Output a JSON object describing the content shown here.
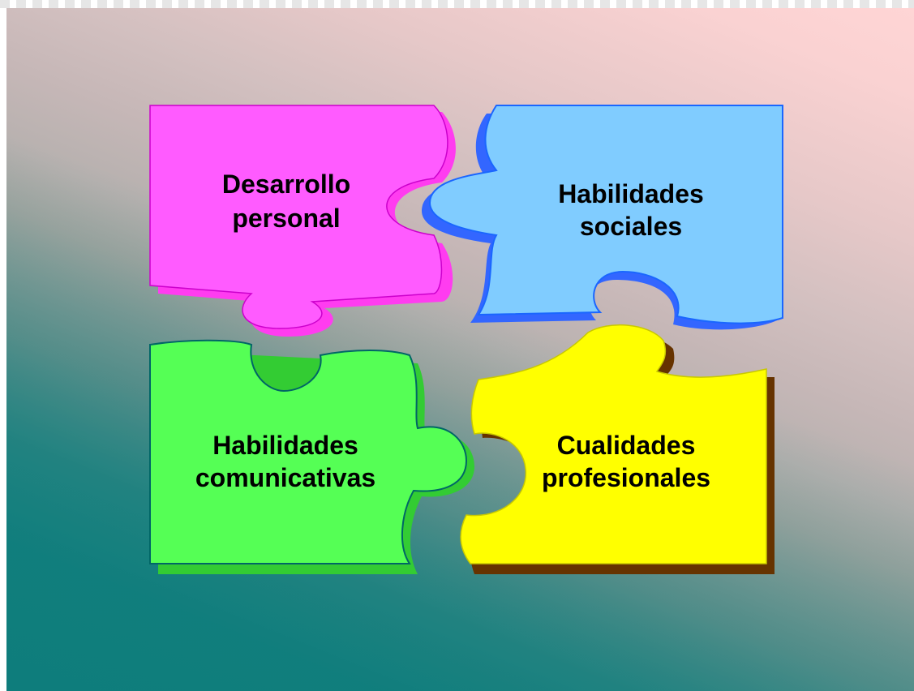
{
  "pieces": [
    {
      "id": "desarrollo",
      "line1": "Desarrollo",
      "line2": "personal",
      "color": "#ff5bff",
      "shadow": "#ff3cf0"
    },
    {
      "id": "sociales",
      "line1": "Habilidades",
      "line2": "sociales",
      "color": "#80ccff",
      "shadow": "#3366ff"
    },
    {
      "id": "comunicativas",
      "line1": "Habilidades",
      "line2": "comunicativas",
      "color": "#55ff55",
      "shadow": "#33cc33"
    },
    {
      "id": "profesionales",
      "line1": "Cualidades",
      "line2": "profesionales",
      "color": "#ffff00",
      "shadow": "#663300"
    }
  ]
}
